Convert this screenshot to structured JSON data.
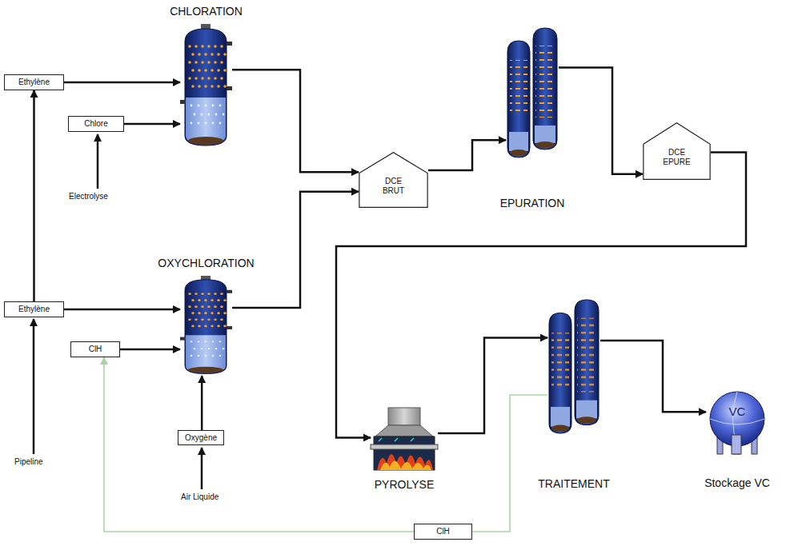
{
  "diagram": {
    "nodes": [
      {
        "text": [
          "Ethylène"
        ]
      },
      {
        "text": [
          "Chlore"
        ]
      },
      {
        "text": [
          "CHLORATION"
        ]
      },
      {
        "text": [
          "Ethylène"
        ]
      },
      {
        "text": [
          "ClH"
        ]
      },
      {
        "text": [
          "Oxygène"
        ]
      },
      {
        "text": [
          "OXYCHLORATION"
        ]
      },
      {
        "text": [
          "DCE BRUT"
        ]
      },
      {
        "text": [
          "EPURATION"
        ]
      },
      {
        "text": [
          "DCE EPURE"
        ]
      },
      {
        "text": [
          "PYROLYSE"
        ]
      },
      {
        "text": [
          "TRAITEMENT"
        ]
      },
      {
        "text": [
          "VC",
          "Stockage VC"
        ]
      },
      {
        "text": [
          "ClH"
        ]
      }
    ],
    "edges": [
      {
        "from": 0,
        "to": 2,
        "arrow": "to"
      },
      {
        "from": 1,
        "to": 2,
        "arrow": "to"
      },
      {
        "from": 2,
        "to": 7,
        "arrow": "to"
      },
      {
        "from": 6,
        "to": 7,
        "arrow": "to"
      },
      {
        "from": 3,
        "to": 6,
        "arrow": "to"
      },
      {
        "from": 4,
        "to": 6,
        "arrow": "to"
      },
      {
        "from": 5,
        "to": 6,
        "arrow": "to"
      },
      {
        "from": 3,
        "to": 0,
        "arrow": "to"
      },
      {
        "from": 7,
        "to": 8,
        "arrow": "to"
      },
      {
        "from": 8,
        "to": 9,
        "arrow": "to"
      },
      {
        "from": 9,
        "to": 10,
        "arrow": "to"
      },
      {
        "from": 10,
        "to": 11,
        "arrow": "to"
      },
      {
        "from": 11,
        "to": 12,
        "arrow": "to"
      },
      {
        "from": 11,
        "to": 13,
        "arrow": "none"
      },
      {
        "from": 13,
        "to": 4,
        "arrow": "to"
      }
    ],
    "labels": [
      "Electrolyse",
      "Pipeline",
      "Air Liquide"
    ]
  }
}
